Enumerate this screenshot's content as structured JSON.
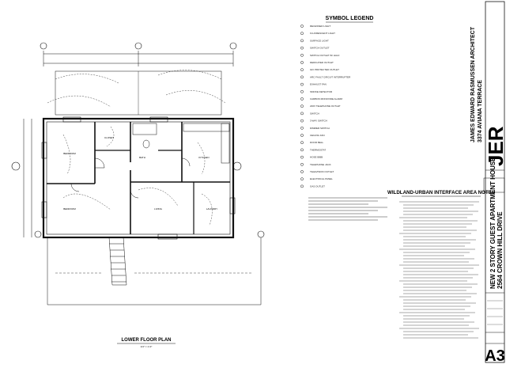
{
  "legend": {
    "title": "SYMBOL LEGEND",
    "items": [
      "RECESSED LIGHT",
      "FLUORESCENT LIGHT",
      "SURFACE LIGHT",
      "SWITCH OUTLET",
      "SWITCH OUTLET W/ HALF",
      "DEDICATED OUTLET",
      "GFI PROTECTED OUTLET",
      "ARC FAULT CIRCUIT INTERRUPTER",
      "EXHAUST FAN",
      "SMOKE DETECTOR",
      "CARBON MONOXIDE ALARM",
      "220V TELEPHONE OUTLET",
      "SWITCH",
      "3-WAY SWITCH",
      "DIMMER SWITCH",
      "CEILING FAN",
      "DOOR BELL",
      "THERMOSTAT",
      "HOSE BIBB",
      "TELEPHONE JACK",
      "TELEVISION OUTLET",
      "ELECTRICAL PANEL",
      "GAS OUTLET"
    ]
  },
  "wui": {
    "title": "WILDLAND-URBAN INTERFACE AREA NOTES"
  },
  "plan": {
    "title": "LOWER FLOOR PLAN",
    "scale": "1/4\" = 1'-0\"",
    "rooms": [
      "BEDROOM",
      "BEDROOM",
      "LIVING",
      "BATH",
      "KITCHEN",
      "LAUNDRY",
      "CLOSET"
    ]
  },
  "titleblock": {
    "architect": "JAMES EDWARD RASMUSSEN ARCHITECT",
    "address": "3374 AVIANA TERRACE",
    "project": "NEW 2 STORY GUEST APARTMENT HOUSE",
    "project_address": "2564 CROWN HILL DRIVE",
    "logo": "JER",
    "sheet": "A3"
  },
  "colors": {
    "ink": "#111111",
    "paper": "#ffffff"
  }
}
